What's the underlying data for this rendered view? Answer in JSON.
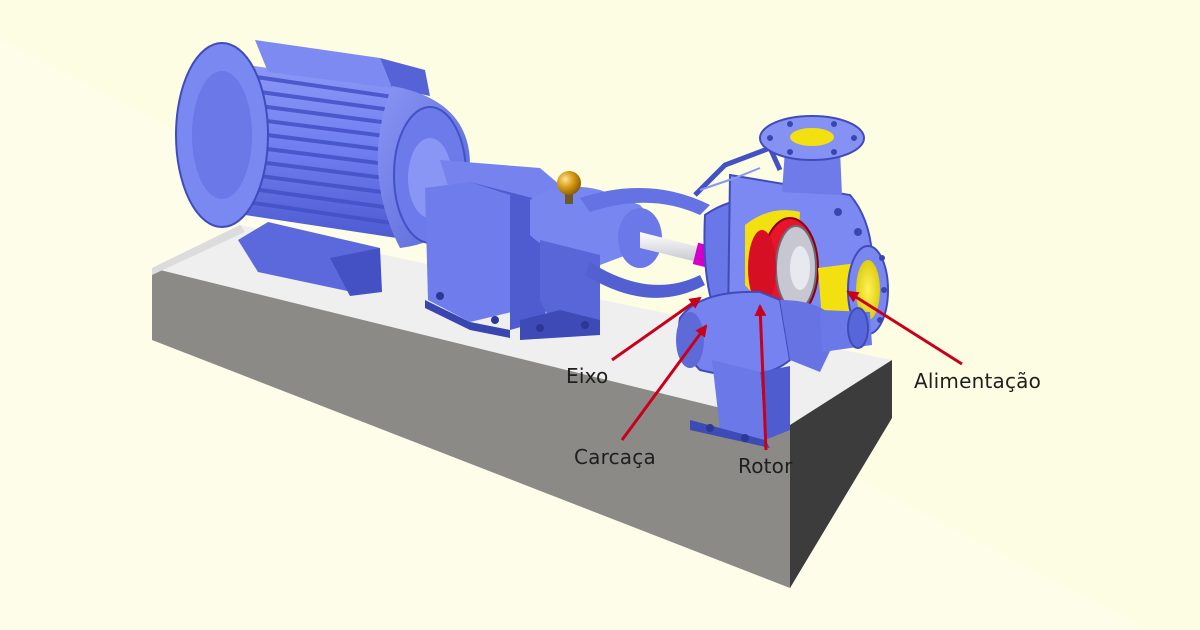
{
  "labels": {
    "eixo": "Eixo",
    "carcaca": "Carcaça",
    "rotor": "Rotor",
    "alimentacao": "Alimentação"
  },
  "colors": {
    "background": "#fdfdea",
    "pump_body": "#6f7ef0",
    "pump_shadow": "#4a56c4",
    "base_top": "#efefef",
    "base_side": "#8c8a86",
    "impeller": "#e8142a",
    "inlet": "#f4e614",
    "callout_arrow": "#c8001c",
    "knob": "#d69a12"
  },
  "icons": [
    "centrifugal-pump",
    "electric-motor",
    "coupling-guard",
    "impeller",
    "shaft"
  ]
}
